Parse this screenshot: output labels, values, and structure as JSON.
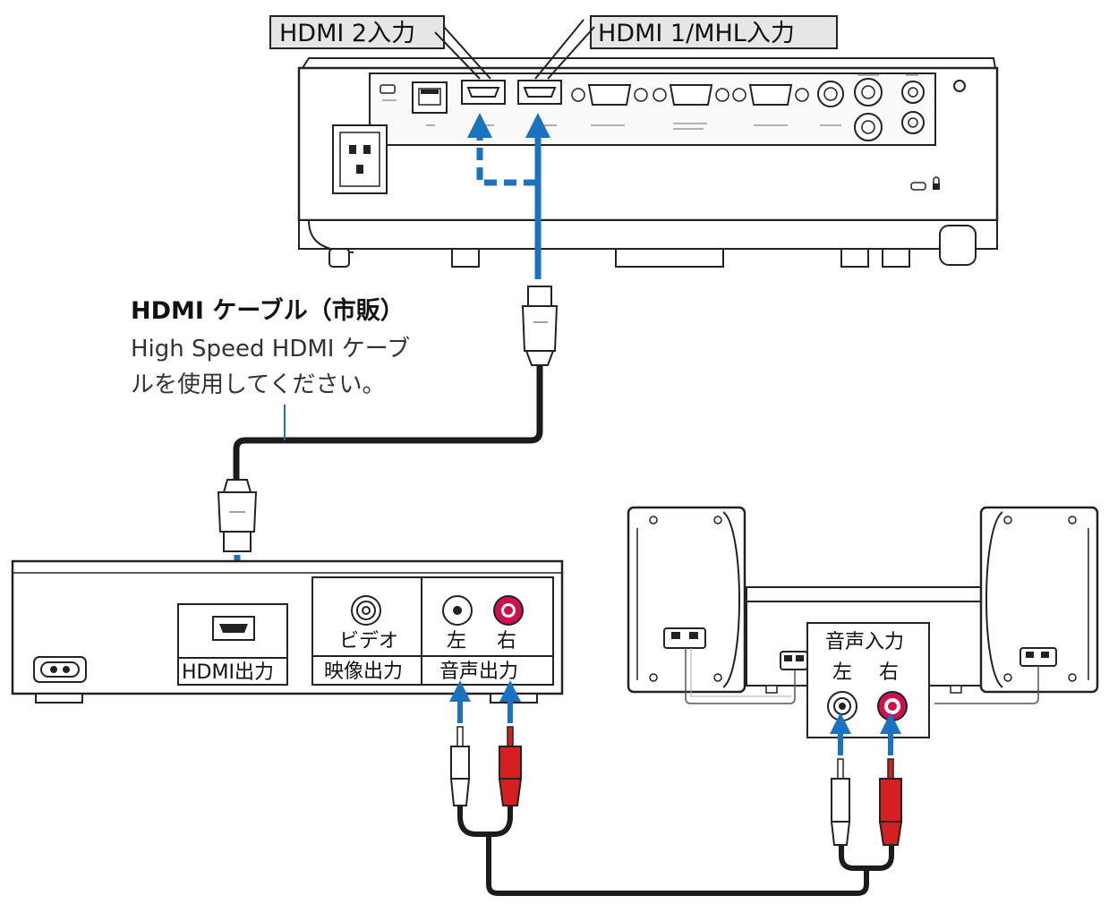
{
  "projector": {
    "hdmi2_label": "HDMI 2入力",
    "hdmi1_label": "HDMI 1/MHL入力"
  },
  "cable": {
    "title": "HDMI ケーブル（市販）",
    "note_line1": "High Speed HDMI ケーブ",
    "note_line2": "ルを使用してください。"
  },
  "player": {
    "hdmi_out": "HDMI出力",
    "video_label": "ビデオ",
    "video_out": "映像出力",
    "left": "左",
    "right": "右",
    "audio_out": "音声出力"
  },
  "speaker": {
    "audio_in": "音声入力",
    "left": "左",
    "right": "右"
  },
  "colors": {
    "arrow": "#1a73c2",
    "red_jack": "#d0104c",
    "red_plug": "#d42020",
    "outline": "#222222",
    "fill_gray": "#f2f2f2",
    "label_bg": "#e6e6e6"
  },
  "icons": [
    "hdmi-port-icon",
    "rca-jack-icon",
    "power-inlet-icon",
    "lock-icon",
    "arrow-icon",
    "rca-plug-icon",
    "hdmi-plug-icon"
  ]
}
